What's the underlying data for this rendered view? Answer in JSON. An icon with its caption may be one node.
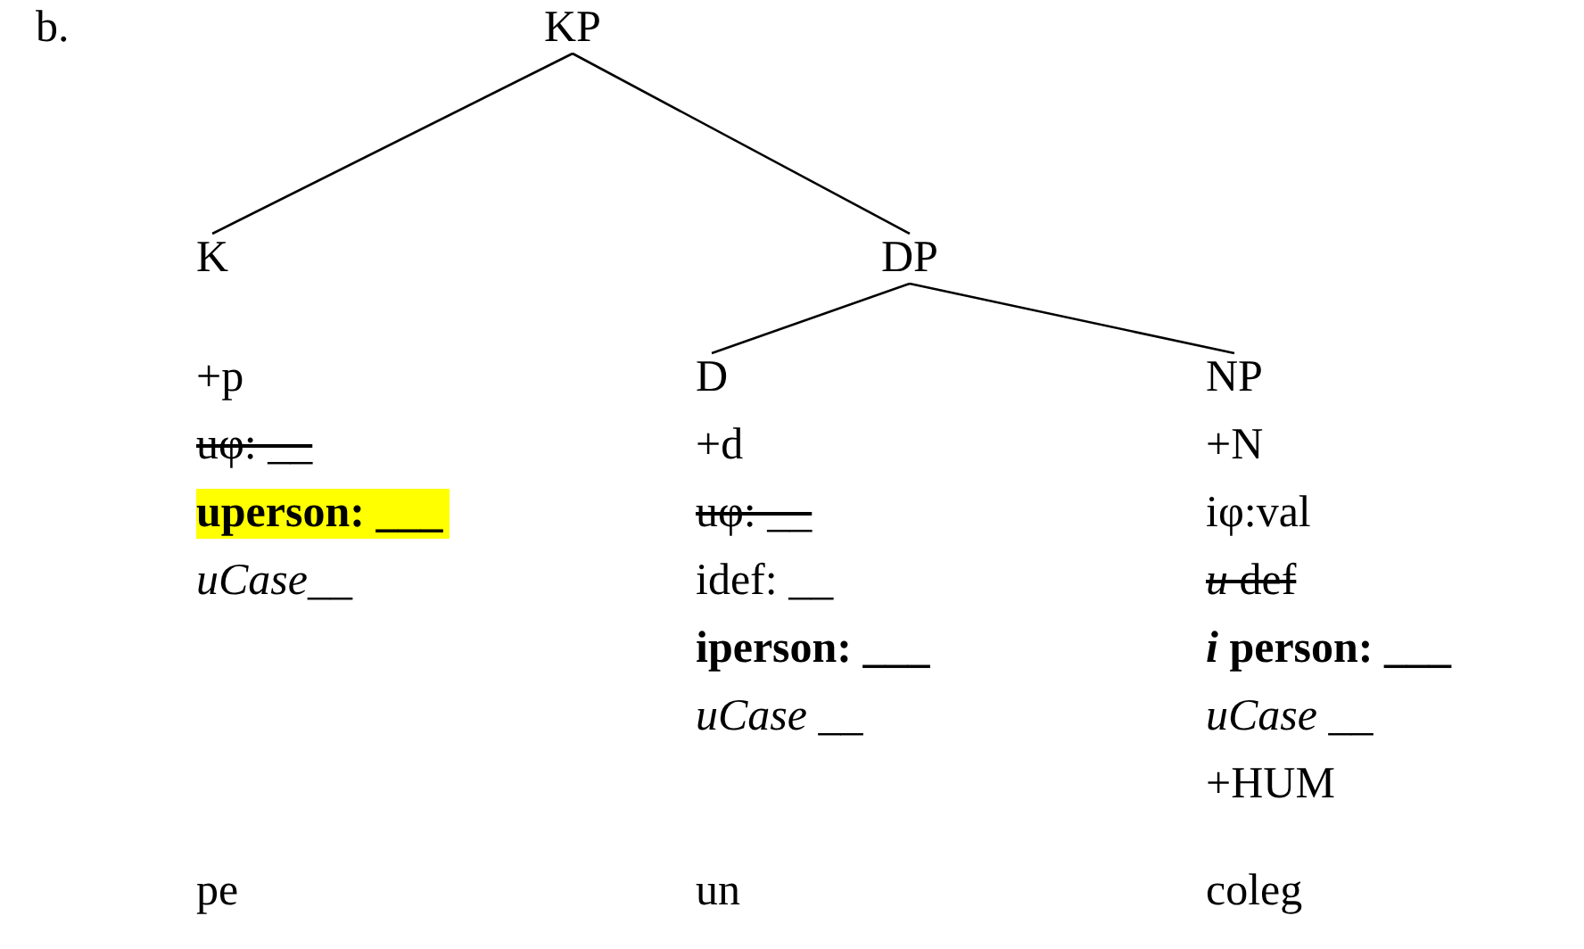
{
  "diagram": {
    "nodes": [
      {
        "text": [
          "KP"
        ]
      },
      {
        "text": [
          "K"
        ],
        "beside": [
          "+p",
          "uφ: __",
          "uperson: ___",
          "uCase__"
        ]
      },
      {
        "text": [
          "DP"
        ]
      },
      {
        "text": [
          "D"
        ],
        "beside": [
          "+d",
          "uφ: __",
          "idef: __",
          "iperson: ___",
          "*uCase* __"
        ]
      },
      {
        "text": [
          "NP"
        ],
        "beside": [
          "+N",
          "iφ:val",
          "*u* def",
          "*i* person: ___",
          "*uCase* __",
          "+HUM"
        ]
      }
    ],
    "edges": [
      {
        "from": 0,
        "to": 1,
        "arrow": "none"
      },
      {
        "from": 0,
        "to": 2,
        "arrow": "none"
      },
      {
        "from": 2,
        "to": 3,
        "arrow": "none"
      },
      {
        "from": 2,
        "to": 4,
        "arrow": "none"
      }
    ],
    "labels": [
      "b.",
      "pe",
      "un",
      "coleg"
    ]
  }
}
